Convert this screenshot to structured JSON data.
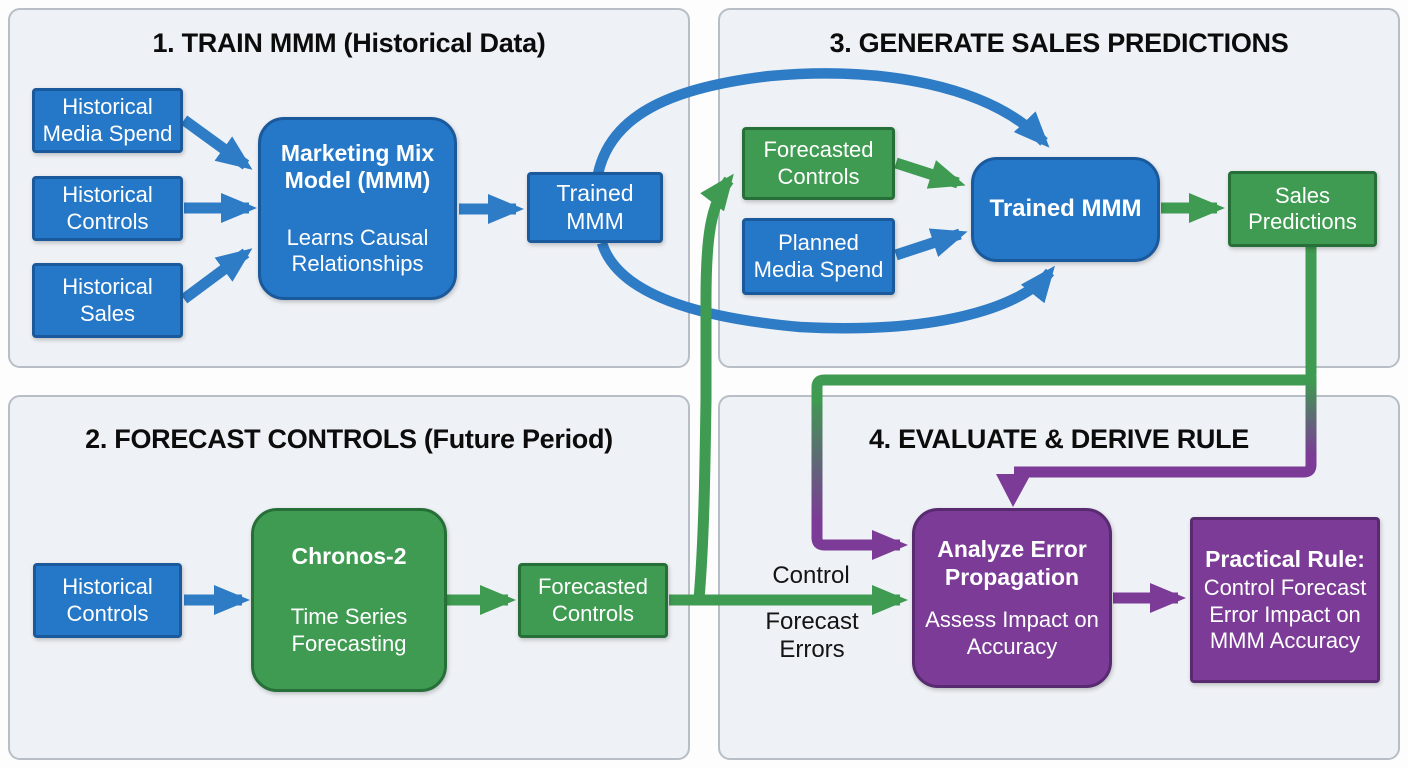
{
  "quadrants": {
    "q1": {
      "title": "1. TRAIN MMM (Historical Data)"
    },
    "q2": {
      "title": "2. FORECAST CONTROLS (Future Period)"
    },
    "q3": {
      "title": "3. GENERATE SALES PREDICTIONS"
    },
    "q4": {
      "title": "4. EVALUATE & DERIVE RULE"
    }
  },
  "nodes": {
    "historical_media_spend": {
      "label": "Historical Media Spend",
      "color": "#2577c8"
    },
    "historical_controls_train": {
      "label": "Historical Controls",
      "color": "#2577c8"
    },
    "historical_sales": {
      "label": "Historical Sales",
      "color": "#2577c8"
    },
    "mmm": {
      "title": "Marketing Mix Model (MMM)",
      "subtitle": "Learns Causal Relationships",
      "color": "#2577c8"
    },
    "trained_mmm_train": {
      "label": "Trained MMM",
      "color": "#2577c8"
    },
    "historical_controls_forecast": {
      "label": "Historical Controls",
      "color": "#2577c8"
    },
    "chronos2": {
      "title": "Chronos-2",
      "subtitle": "Time Series Forecasting",
      "color": "#3f9b51"
    },
    "forecasted_controls_forecast": {
      "label": "Forecasted Controls",
      "color": "#3f9b51"
    },
    "forecasted_controls_predict": {
      "label": "Forecasted Controls",
      "color": "#3f9b51"
    },
    "planned_media_spend": {
      "label": "Planned Media Spend",
      "color": "#2577c8"
    },
    "trained_mmm_predict": {
      "label": "Trained MMM",
      "color": "#2577c8"
    },
    "sales_predictions": {
      "label": "Sales Predictions",
      "color": "#3f9b51"
    },
    "analyze_error_propagation": {
      "title": "Analyze Error Propagation",
      "subtitle": "Assess Impact on Accuracy",
      "color": "#7b3b96"
    },
    "practical_rule": {
      "title": "Practical Rule:",
      "subtitle": "Control Forecast Error Impact on MMM Accuracy",
      "color": "#7b3b96"
    }
  },
  "edge_labels": {
    "control_forecast_errors": {
      "line1": "Control",
      "line2": "Forecast Errors"
    }
  },
  "edges": [
    {
      "from": "historical_media_spend",
      "to": "mmm",
      "color": "blue"
    },
    {
      "from": "historical_controls_train",
      "to": "mmm",
      "color": "blue"
    },
    {
      "from": "historical_sales",
      "to": "mmm",
      "color": "blue"
    },
    {
      "from": "mmm",
      "to": "trained_mmm_train",
      "color": "blue"
    },
    {
      "from": "trained_mmm_train",
      "to": "trained_mmm_predict",
      "color": "blue",
      "style": "arc-top"
    },
    {
      "from": "trained_mmm_train",
      "to": "trained_mmm_predict",
      "color": "blue",
      "style": "arc-bottom"
    },
    {
      "from": "historical_controls_forecast",
      "to": "chronos2",
      "color": "blue"
    },
    {
      "from": "chronos2",
      "to": "forecasted_controls_forecast",
      "color": "green"
    },
    {
      "from": "forecasted_controls_forecast",
      "to": "forecasted_controls_predict",
      "color": "green",
      "style": "curve-up"
    },
    {
      "from": "forecasted_controls_forecast",
      "to": "analyze_error_propagation",
      "color": "green",
      "label": "Control Forecast Errors"
    },
    {
      "from": "forecasted_controls_predict",
      "to": "trained_mmm_predict",
      "color": "green"
    },
    {
      "from": "planned_media_spend",
      "to": "trained_mmm_predict",
      "color": "blue"
    },
    {
      "from": "trained_mmm_predict",
      "to": "sales_predictions",
      "color": "green"
    },
    {
      "from": "sales_predictions",
      "to": "analyze_error_propagation",
      "color": "green-to-purple",
      "style": "elbow-left-side"
    },
    {
      "from": "sales_predictions",
      "to": "analyze_error_propagation",
      "color": "green-to-purple",
      "style": "elbow-right-top"
    },
    {
      "from": "analyze_error_propagation",
      "to": "practical_rule",
      "color": "purple"
    }
  ],
  "colors": {
    "blue_fill": "#2577c8",
    "blue_border": "#1a5a9c",
    "green_fill": "#3f9b51",
    "green_border": "#266f38",
    "purple_fill": "#7b3b96",
    "purple_border": "#582a70",
    "panel_bg": "#eef1f5",
    "panel_border": "#b7bec6",
    "title_text": "#0c0c0c",
    "box_text": "#ffffff"
  }
}
